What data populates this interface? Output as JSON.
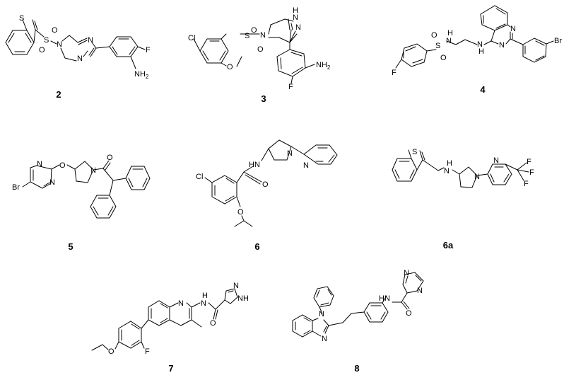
{
  "figure": {
    "background": "#ffffff",
    "ink_color": "#000000",
    "compounds": [
      {
        "id": "2",
        "label": "2",
        "atoms": [
          "S",
          "O",
          "O",
          "N",
          "N",
          "N",
          "F",
          "NH2"
        ],
        "description": "benzothiophene-3-sulfonyl tetrahydroimidazo[1,2-a]pyrazine with 3-amino-4-fluorophenyl"
      },
      {
        "id": "3",
        "label": "3",
        "atoms": [
          "Cl",
          "O",
          "S",
          "O",
          "O",
          "N",
          "NH",
          "N",
          "NH2",
          "F"
        ],
        "description": "5-chloro-2-methoxyphenylsulfonyl tetrahydropyrazolopyridine with 3-amino-4-fluorophenyl"
      },
      {
        "id": "4",
        "label": "4",
        "atoms": [
          "F",
          "S",
          "O",
          "O",
          "H",
          "N",
          "N",
          "H",
          "N",
          "N",
          "Br"
        ],
        "description": "4-fluorobenzenesulfonamide ethyl-linked 2-(3-bromophenyl)quinazolin-4-amine"
      },
      {
        "id": "5",
        "label": "5",
        "atoms": [
          "Br",
          "N",
          "N",
          "O",
          "N",
          "O"
        ],
        "description": "5-bromopyrimidin-2-yloxy pyrrolidine diphenylacetamide"
      },
      {
        "id": "6",
        "label": "6",
        "atoms": [
          "Cl",
          "HN",
          "O",
          "O",
          "N",
          "N"
        ],
        "description": "5-chloro-2-isopropoxy benzamide of 1-(pyridin-2-yl)pyrrolidin-3-amine"
      },
      {
        "id": "6a",
        "label": "6a",
        "atoms": [
          "S",
          "H",
          "N",
          "N",
          "N",
          "F",
          "F",
          "F"
        ],
        "description": "benzothiophen-3-ylmethyl amine pyrrolidine 5-trifluoromethylpyridine"
      },
      {
        "id": "7",
        "label": "7",
        "atoms": [
          "O",
          "F",
          "N",
          "H",
          "N",
          "O",
          "N",
          "NH"
        ],
        "description": "6-(4-ethoxy-2-fluorophenyl)-3-methylquinolin-2-yl pyrazole-4-carboxamide"
      },
      {
        "id": "8",
        "label": "8",
        "atoms": [
          "N",
          "N",
          "HN",
          "O",
          "N",
          "N"
        ],
        "description": "1-phenylbenzimidazol-2-yl ethyl phenyl pyrazine-2-carboxamide"
      }
    ]
  }
}
